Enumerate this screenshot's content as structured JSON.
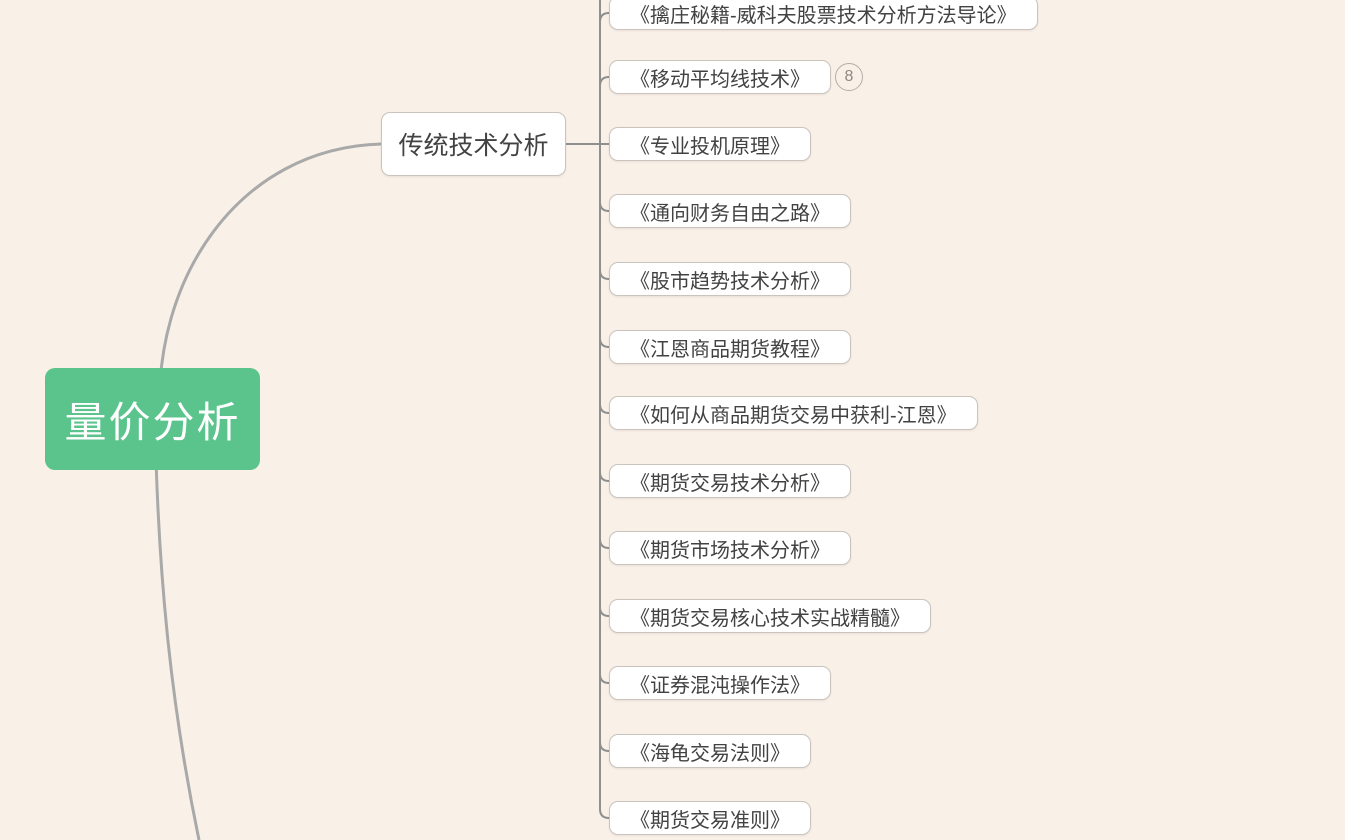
{
  "canvas": {
    "background": "#f9f0e8"
  },
  "root": {
    "label": "量价分析",
    "bg": "#5bc48d",
    "text_color": "#ffffff"
  },
  "branch": {
    "label": "传统技术分析"
  },
  "books": [
    {
      "label": "《擒庄秘籍-威科夫股票技术分析方法导论》"
    },
    {
      "label": "《移动平均线技术》",
      "badge": "8"
    },
    {
      "label": "《专业投机原理》"
    },
    {
      "label": "《通向财务自由之路》"
    },
    {
      "label": "《股市趋势技术分析》"
    },
    {
      "label": "《江恩商品期货教程》"
    },
    {
      "label": "《如何从商品期货交易中获利-江恩》"
    },
    {
      "label": "《期货交易技术分析》"
    },
    {
      "label": "《期货市场技术分析》"
    },
    {
      "label": "《期货交易核心技术实战精髓》"
    },
    {
      "label": "《证券混沌操作法》"
    },
    {
      "label": "《海龟交易法则》"
    },
    {
      "label": "《期货交易准则》"
    }
  ],
  "colors": {
    "connector_thick": "#a9a9a9",
    "connector_thin": "#8f8f8f",
    "node_border": "#c9c4bd",
    "node_text": "#424242",
    "badge_border": "#b3afa8",
    "badge_text": "#8d8983"
  }
}
